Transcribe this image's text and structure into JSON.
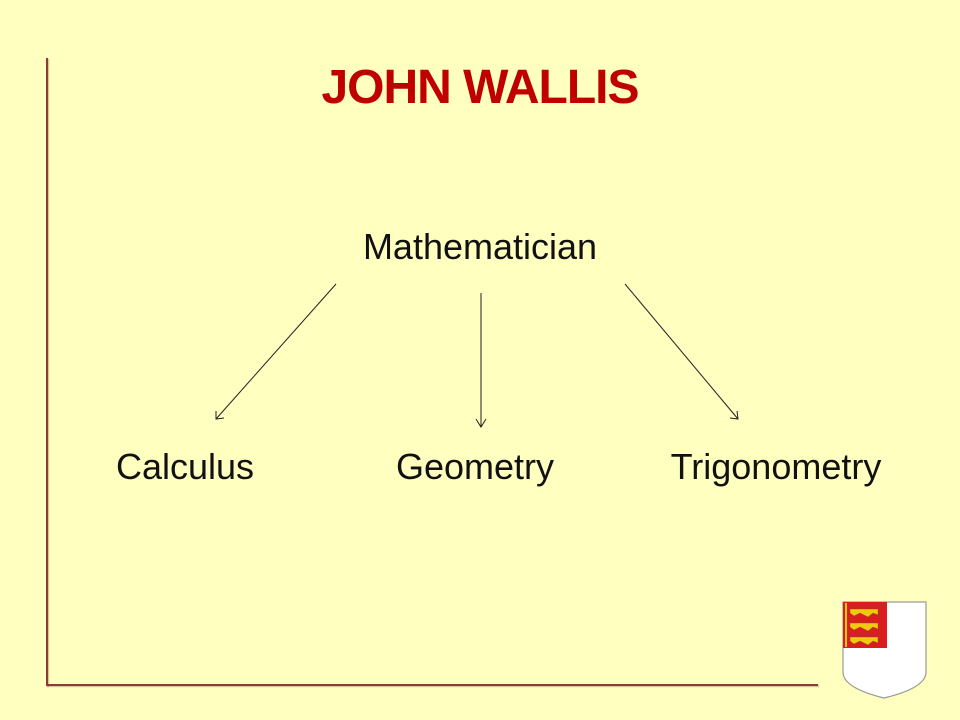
{
  "title": "JOHN WALLIS",
  "root": {
    "label": "Mathematician"
  },
  "children": [
    {
      "id": "calculus",
      "label": "Calculus"
    },
    {
      "id": "geometry",
      "label": "Geometry"
    },
    {
      "id": "trigonometry",
      "label": "Trigonometry"
    }
  ],
  "colors": {
    "background": "#FFFFC0",
    "title": "#C00000",
    "frame": "#8B3A3A",
    "shield_red": "#D81E1E",
    "shield_gold": "#F2C811"
  },
  "icons": {
    "crest": "shield-crest-icon"
  }
}
